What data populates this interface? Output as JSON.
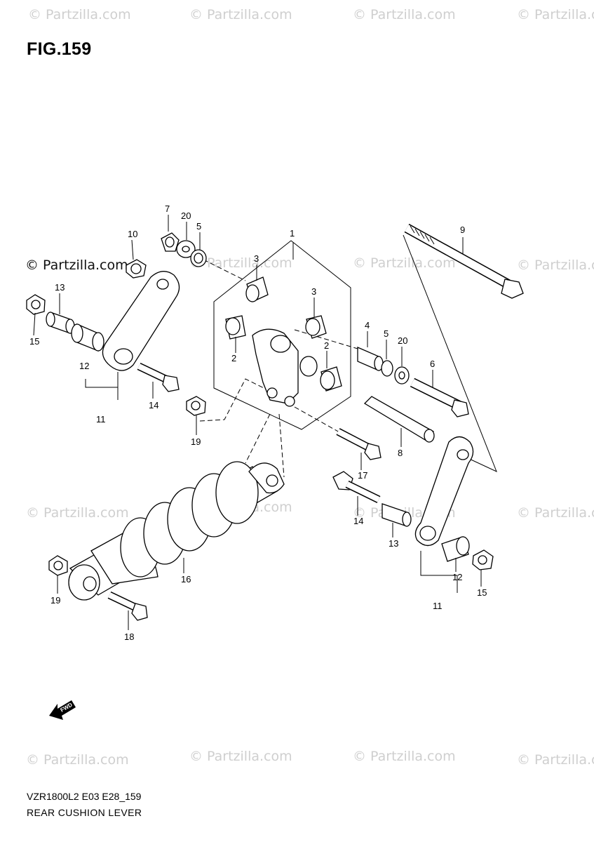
{
  "figure": {
    "title": "FIG.159"
  },
  "watermark": {
    "text": "© Partzilla.com"
  },
  "footer": {
    "model_code": "VZR1800L2 E03 E28_159",
    "description": "REAR CUSHION LEVER"
  },
  "fwd_arrow": {
    "label": "FWD"
  },
  "callouts": [
    "1",
    "2",
    "2",
    "3",
    "3",
    "4",
    "5",
    "5",
    "6",
    "7",
    "8",
    "9",
    "10",
    "11",
    "11",
    "12",
    "12",
    "13",
    "13",
    "14",
    "14",
    "15",
    "15",
    "16",
    "17",
    "18",
    "19",
    "19",
    "20",
    "20"
  ]
}
